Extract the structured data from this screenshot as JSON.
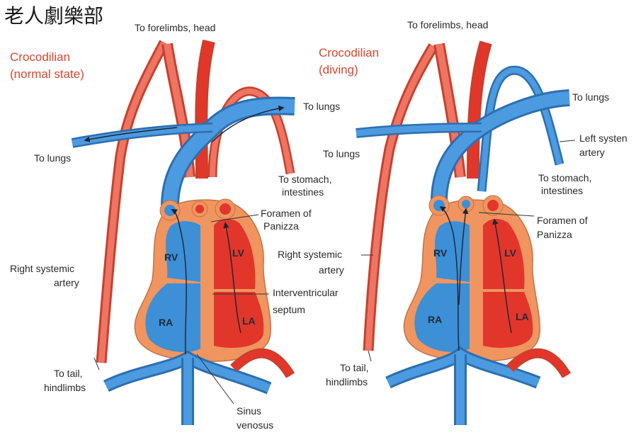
{
  "watermark": "老人劇樂部",
  "left_panel": {
    "title_line1": "Crocodilian",
    "title_line2": "(normal state)",
    "labels": {
      "forelimbs": "To forelimbs, head",
      "lungs_right": "To lungs",
      "lungs_left": "To lungs",
      "stomach_line1": "To stomach,",
      "stomach_line2": "intestines",
      "panizza_line1": "Foramen of",
      "panizza_line2": "Panizza",
      "rsa_line1": "Right systemic",
      "rsa_line2": "artery",
      "septum_line1": "Interventricular",
      "septum_line2": "septum",
      "tail_line1": "To tail,",
      "tail_line2": "hindlimbs",
      "sinus_line1": "Sinus",
      "sinus_line2": "venosus"
    },
    "chambers": {
      "rv": "RV",
      "lv": "LV",
      "ra": "RA",
      "la": "LA"
    }
  },
  "right_panel": {
    "title_line1": "Crocodilian",
    "title_line2": "(diving)",
    "labels": {
      "forelimbs": "To forelimbs, head",
      "lungs_right": "To lungs",
      "lungs_left": "To lungs",
      "lsa_line1": "Left systen",
      "lsa_line2": "artery",
      "stomach_line1": "To stomach,",
      "stomach_line2": "intestines",
      "panizza_line1": "Foramen of",
      "panizza_line2": "Panizza",
      "rsa_line1": "Right systemic",
      "rsa_line2": "artery",
      "tail_line1": "To tail,",
      "tail_line2": "hindlimbs"
    },
    "chambers": {
      "rv": "RV",
      "lv": "LV",
      "ra": "RA",
      "la": "LA"
    }
  },
  "colors": {
    "deoxygenated": "#3d8fd6",
    "oxygenated": "#e2362b",
    "artery_light": "#ee7463",
    "heart_wall": "#f0955f",
    "title_red": "#d8462e"
  }
}
